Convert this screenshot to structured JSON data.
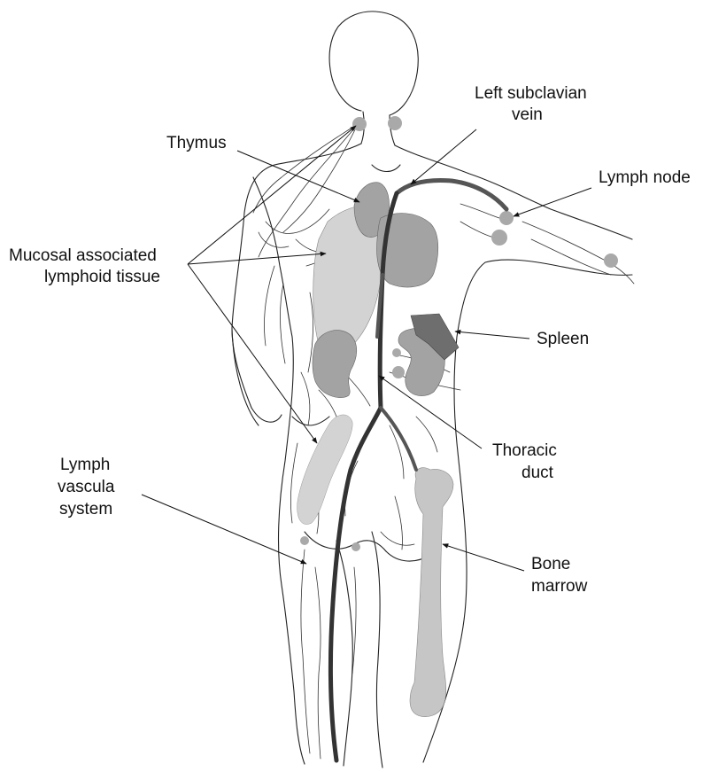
{
  "labels": {
    "thymus": "Thymus",
    "left_subclavian_line1": "Left subclavian",
    "left_subclavian_line2": "vein",
    "lymph_node": "Lymph node",
    "mucosal_line1": "Mucosal associated",
    "mucosal_line2": "lymphoid tissue",
    "spleen": "Spleen",
    "thoracic_line1": "Thoracic",
    "thoracic_line2": "duct",
    "lymph_vascular_line1": "Lymph",
    "lymph_vascular_line2": "vascula",
    "lymph_vascular_line3": "system",
    "bone_marrow_line1": "Bone",
    "bone_marrow_line2": "marrow"
  },
  "colors": {
    "background": "#ffffff",
    "outline": "#222222",
    "duct": "#555555",
    "duct_dark": "#333333",
    "organ_light": "#d3d3d3",
    "organ_mid": "#a3a3a3",
    "organ_dark": "#6e6e6e",
    "node": "#a9a9a9",
    "bone": "#c6c6c6",
    "text": "#111111"
  }
}
